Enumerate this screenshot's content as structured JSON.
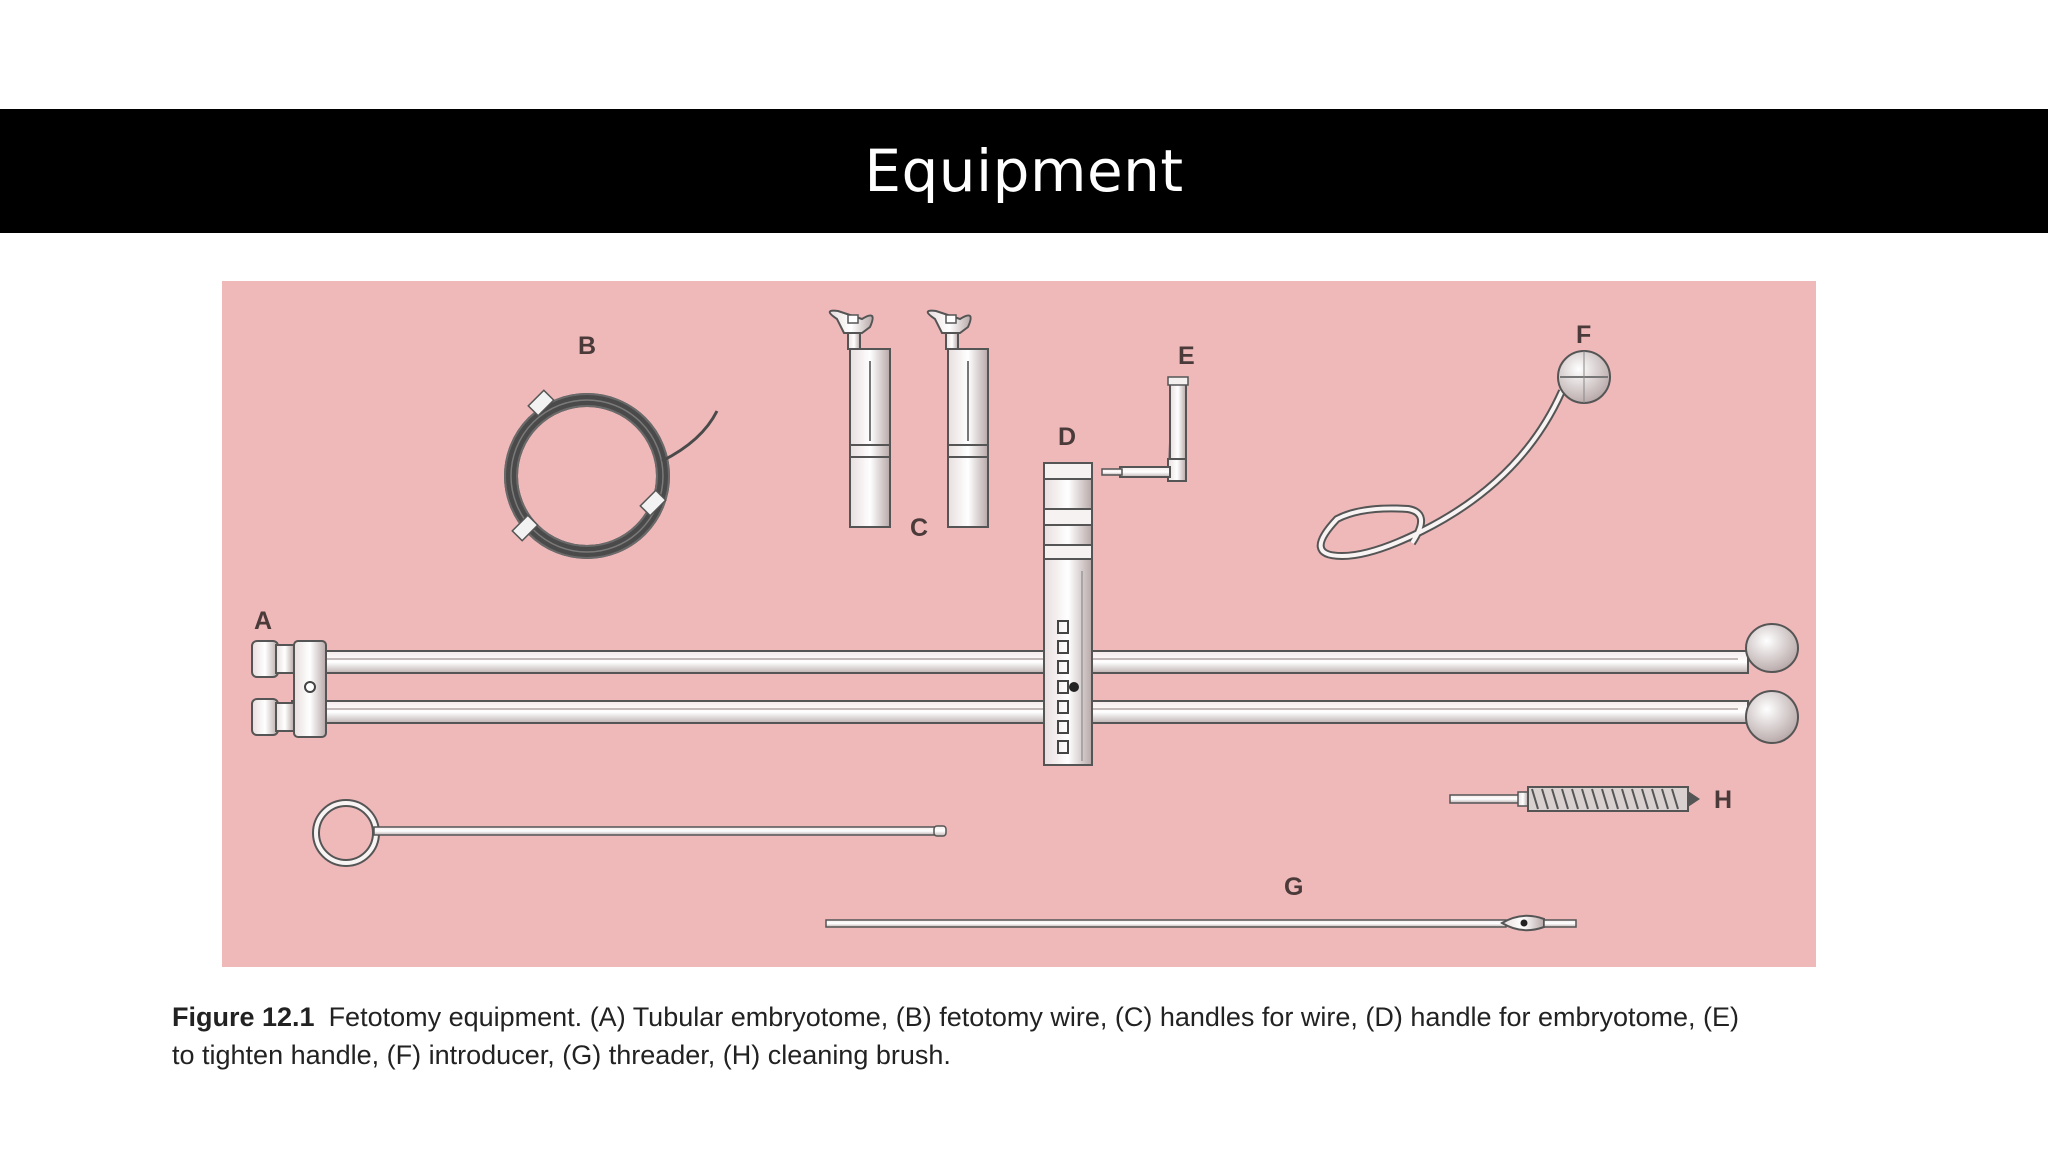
{
  "slide": {
    "title": "Equipment"
  },
  "figure": {
    "labels": {
      "a": "A",
      "b": "B",
      "c": "C",
      "d": "D",
      "e": "E",
      "f": "F",
      "g": "G",
      "h": "H"
    },
    "background_color": "#efb9ba"
  },
  "caption": {
    "figure_number": "Figure 12.1",
    "line1": "Fetotomy equipment. (A) Tubular embryotome, (B) fetotomy wire, (C) handles for wire, (D) handle for embryotome, (E)",
    "line2": "to tighten handle, (F) introducer, (G) threader, (H) cleaning brush."
  }
}
